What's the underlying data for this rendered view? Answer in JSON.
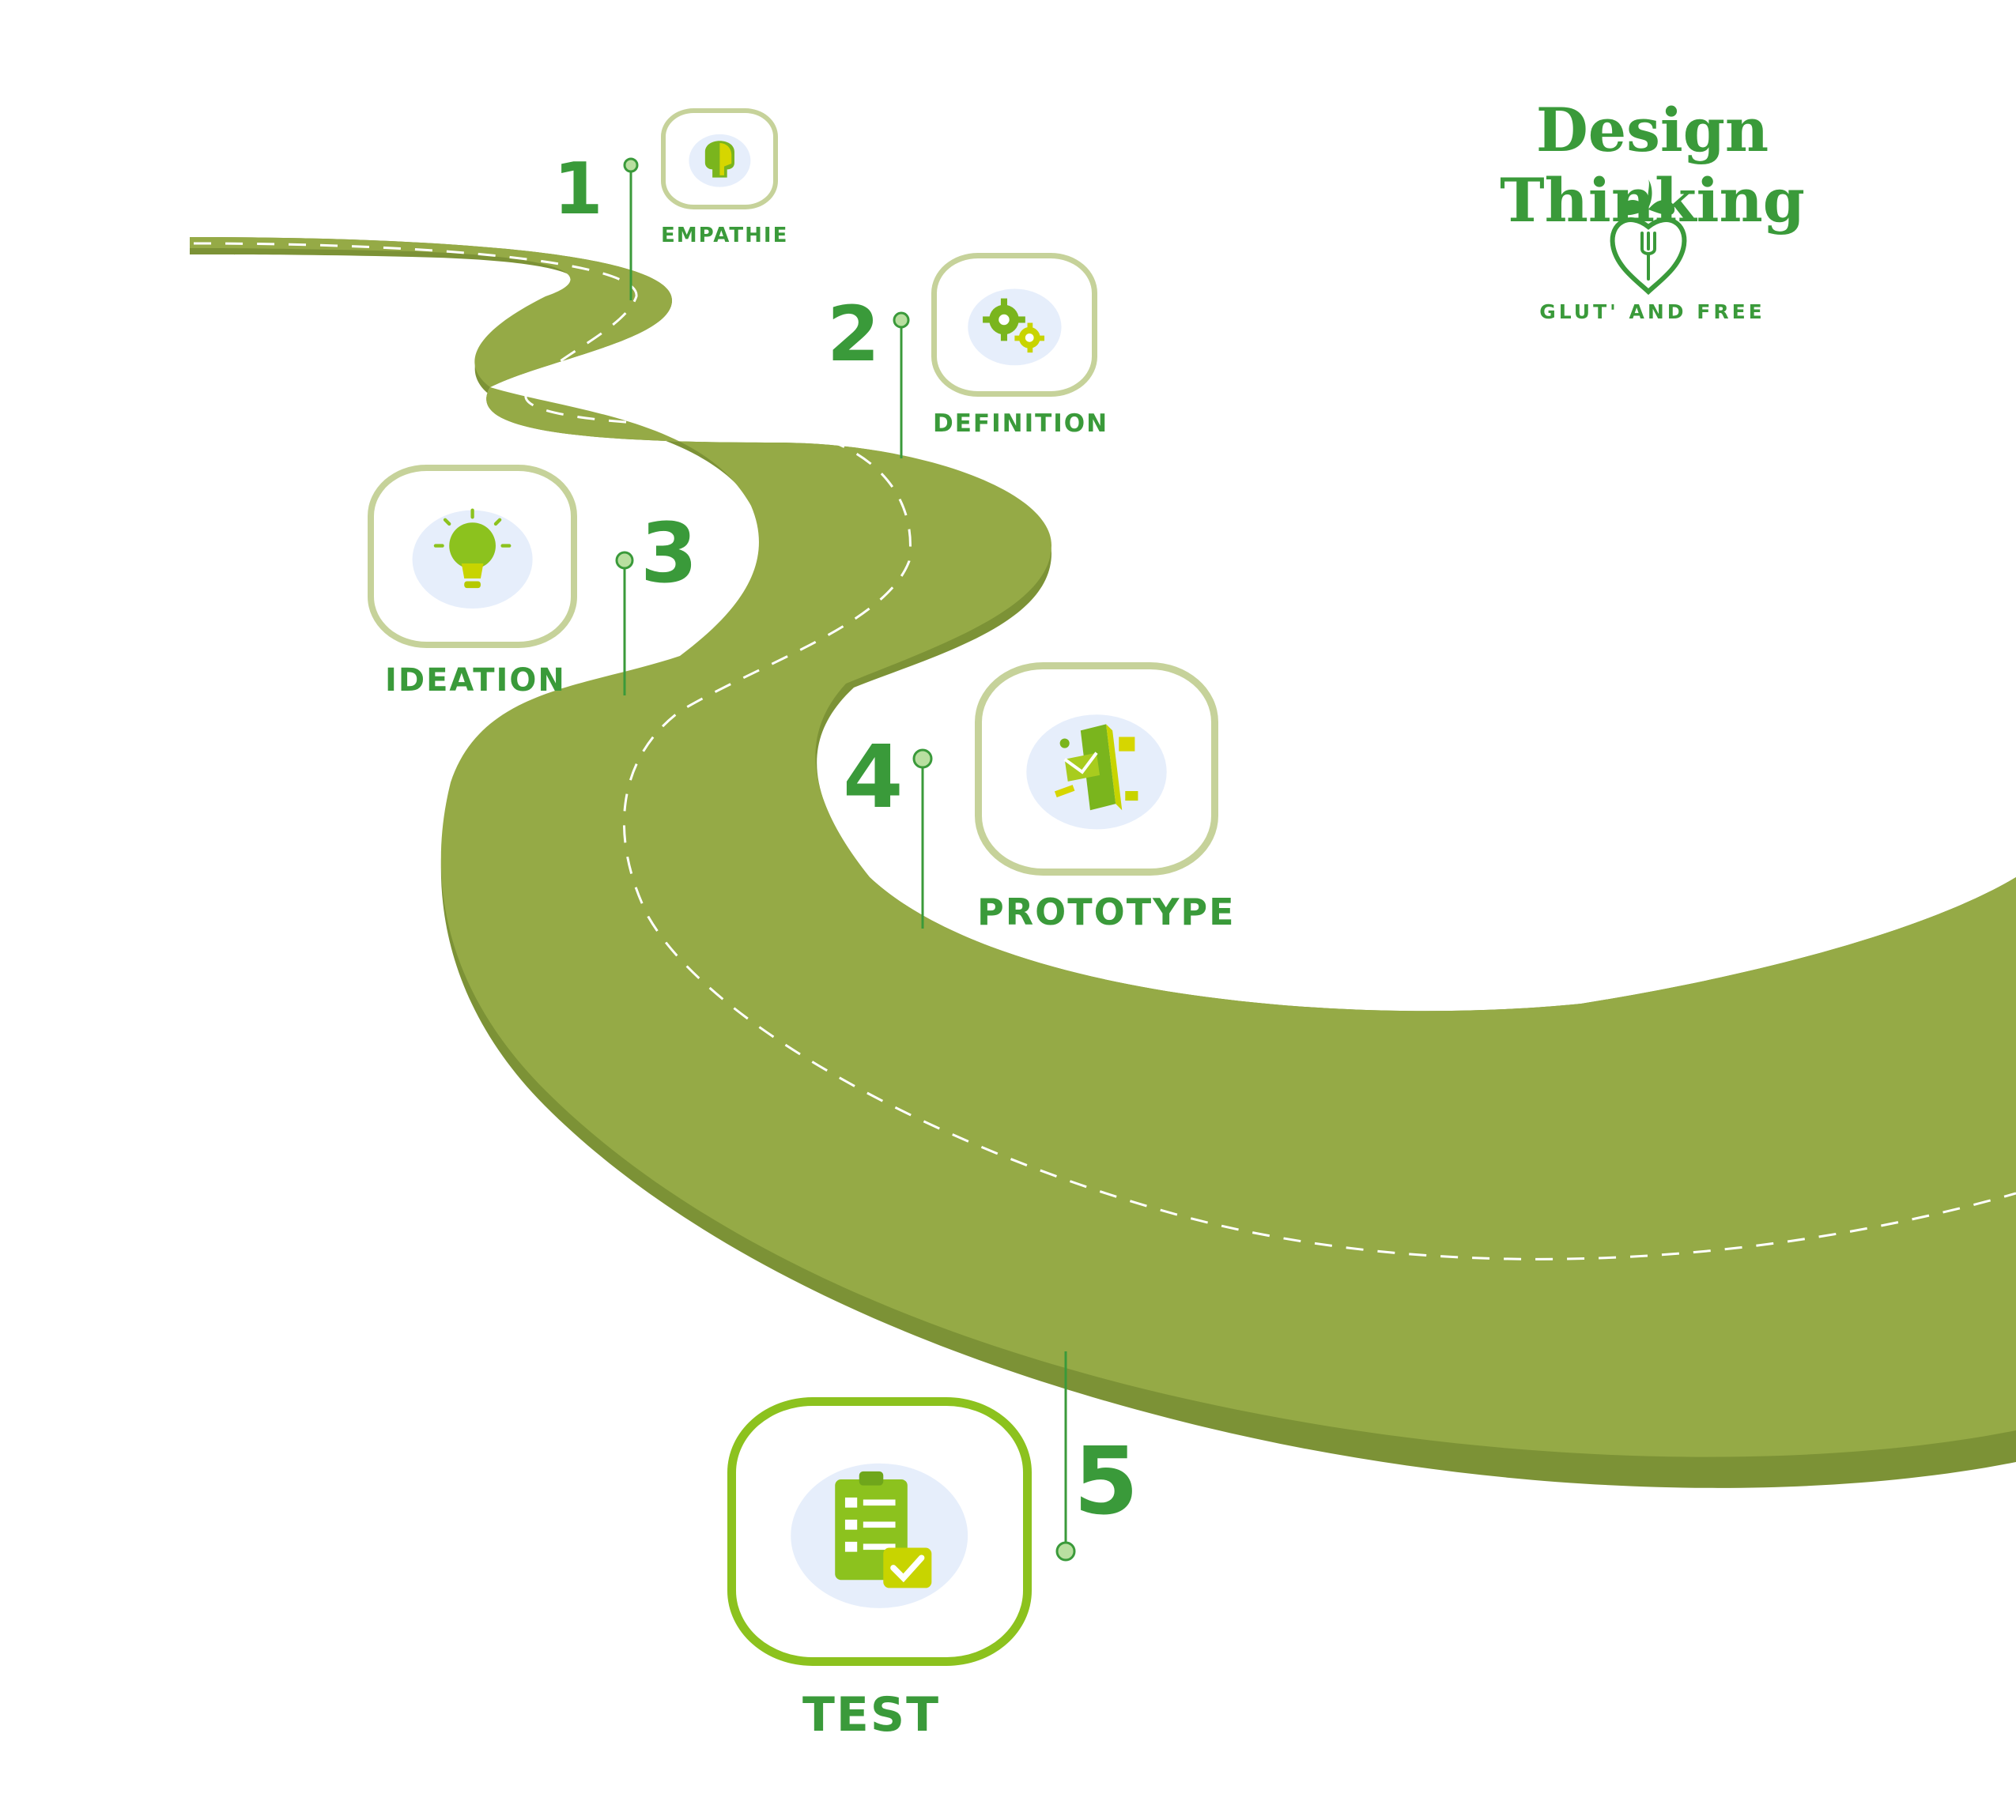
{
  "title": "Design Thinking",
  "brand": {
    "name": "GLUT' AND FREE",
    "logo_icon": "apple-fork-icon"
  },
  "colors": {
    "road": "#95aa46",
    "road_edge": "#7c9236",
    "text": "#3a9a3a",
    "box_border": "#c6d29a",
    "pin": "#3a9a3a"
  },
  "steps": [
    {
      "number": "1",
      "label": "EMPATHIE",
      "icon": "head-icon"
    },
    {
      "number": "2",
      "label": "DEFINITION",
      "icon": "gears-icon"
    },
    {
      "number": "3",
      "label": "IDEATION",
      "icon": "lightbulb-icon"
    },
    {
      "number": "4",
      "label": "PROTOTYPE",
      "icon": "phone-prototype-icon"
    },
    {
      "number": "5",
      "label": "TEST",
      "icon": "clipboard-check-icon"
    }
  ]
}
